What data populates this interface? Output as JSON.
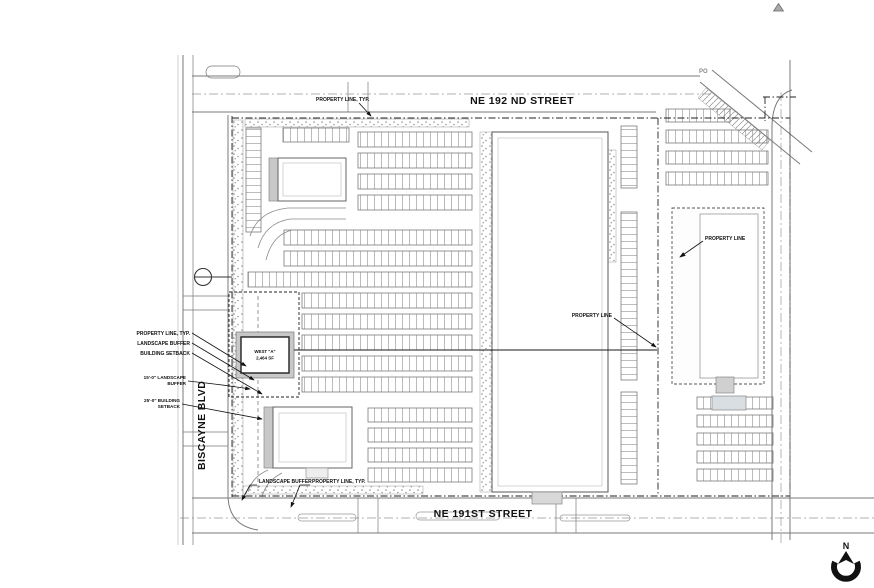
{
  "plan": {
    "streets": {
      "ne192": "NE 192 ND STREET",
      "ne191": "NE 191ST STREET",
      "biscayne": "BISCAYNE BLVD"
    },
    "labels": {
      "property_line_typ": "PROPERTY LINE, TYP.",
      "landscape_buffer": "LANDSCAPE BUFFER",
      "building_setback": "BUILDING SETBACK",
      "lb_dim1": "15'-0\" LANDSCAPE",
      "lb_dim2": "BUFFER",
      "bs_dim1": "25'-0\" BUILDING",
      "bs_dim2": "SETBACK",
      "property_line": "PROPERTY LINE",
      "po": "PO"
    },
    "west_a": {
      "name": "WEST \"A\"",
      "area": "2,464 SF"
    },
    "north_label": "N",
    "colors": {
      "line": "#6e6e6e",
      "label": "#111111",
      "accent_fill": "#c8c8c8"
    }
  }
}
